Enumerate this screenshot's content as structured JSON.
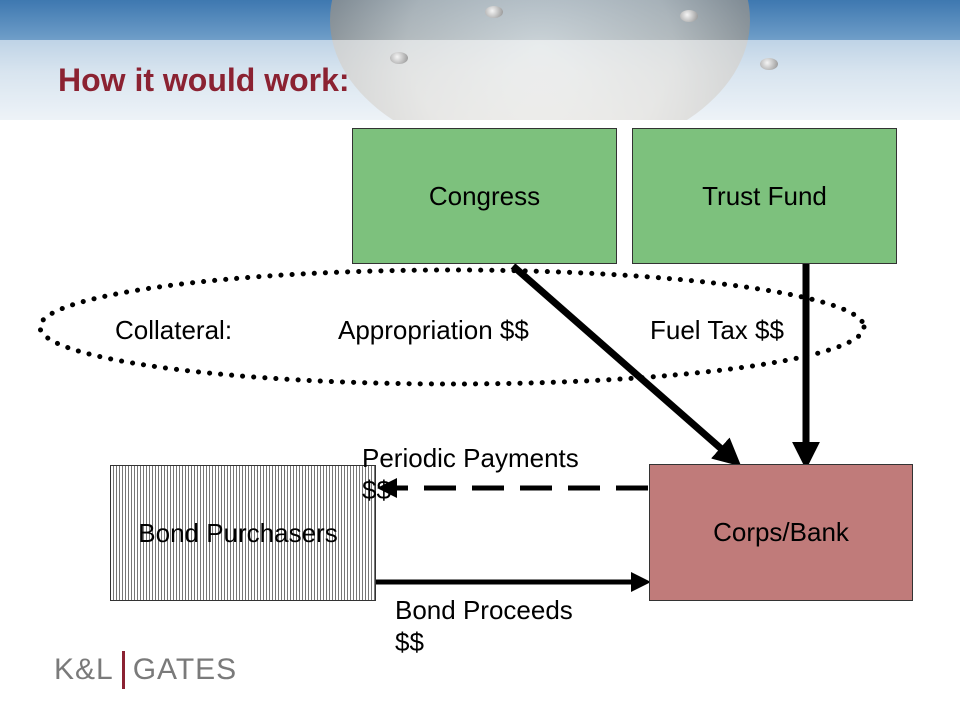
{
  "slide": {
    "title": "How it would work:"
  },
  "boxes": {
    "congress": "Congress",
    "trust_fund": "Trust Fund",
    "corps_bank": "Corps/Bank",
    "bond_purchasers": "Bond Purchasers"
  },
  "collateral": {
    "label": "Collateral:",
    "appropriation": "Appropriation $$",
    "fuel_tax": "Fuel Tax $$"
  },
  "flows": {
    "periodic_payments_line1": "Periodic Payments",
    "periodic_payments_line2": "$$",
    "bond_proceeds_line1": "Bond Proceeds",
    "bond_proceeds_line2": "$$"
  },
  "logo": {
    "left": "K&L",
    "right": "GATES"
  },
  "colors": {
    "title": "#8b2232",
    "box_green": "#7dc17d",
    "box_rose": "#c07b7a"
  }
}
